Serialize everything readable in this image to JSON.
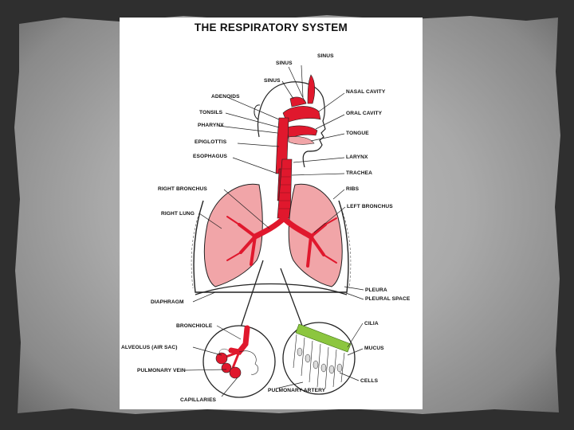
{
  "title": "THE RESPIRATORY SYSTEM",
  "labels": {
    "sinus_top": "SINUS",
    "sinus_left1": "SINUS",
    "sinus_left2": "SINUS",
    "nasal_cavity": "NASAL CAVITY",
    "adenoids": "ADENOIDS",
    "oral_cavity": "ORAL CAVITY",
    "tonsils": "TONSILS",
    "pharynx": "PHARYNX",
    "tongue": "TONGUE",
    "epiglottis": "EPIGLOTTIS",
    "larynx": "LARYNX",
    "esophagus": "ESOPHAGUS",
    "trachea": "TRACHEA",
    "right_bronchus": "RIGHT BRONCHUS",
    "ribs": "RIBS",
    "left_bronchus": "LEFT BRONCHUS",
    "right_lung": "RIGHT LUNG",
    "pleura": "PLEURA",
    "pleural_space": "PLEURAL SPACE",
    "diaphragm": "DIAPHRAGM",
    "bronchiole": "BRONCHIOLE",
    "cilia": "CILIA",
    "alveolus": "ALVEOLUS (AIR SAC)",
    "mucus": "MUCUS",
    "pulmonary_vein": "PULMONARY VEIN",
    "cells": "CELLS",
    "pulmonary_artery": "PULMONARY ARTERY",
    "capillaries": "CAPILLARIES"
  },
  "colors": {
    "airway": "#e0182d",
    "lung": "#f1a5a8",
    "cilia": "#8cc63f"
  }
}
